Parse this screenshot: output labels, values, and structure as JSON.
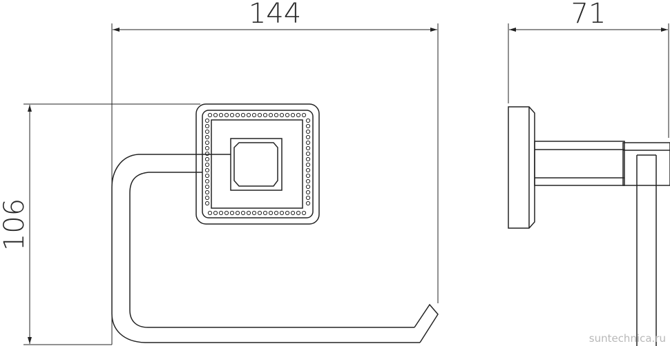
{
  "dimensions": {
    "width": "144",
    "depth": "71",
    "height": "106"
  },
  "watermark": "suntechnica.ru",
  "colors": {
    "line": "#222222",
    "text": "#2a2a2a",
    "watermark": "#b8b8b8"
  }
}
